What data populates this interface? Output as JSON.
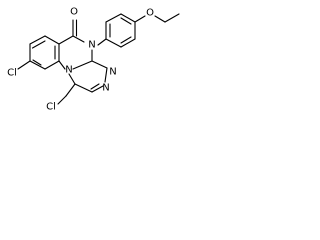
{
  "molecule": {
    "atoms": {
      "cl_ring": "Cl",
      "o_carbonyl": "O",
      "n_amide": "N",
      "o_ether": "O",
      "n_ring": "N",
      "n_triazole_1": "N",
      "n_triazole_2": "N",
      "cl_chain": "Cl"
    }
  }
}
